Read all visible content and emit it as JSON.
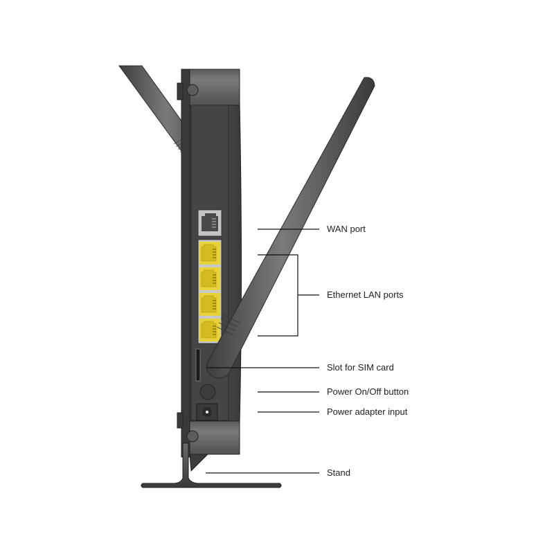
{
  "diagram": {
    "subject": "Router rear view",
    "colors": {
      "body": "#4a4a4c",
      "body_dark": "#3a3a3c",
      "panel": "#454547",
      "antenna": "#5a5a5c",
      "lan_port": "#e8d23a",
      "wan_port": "#bdbdbd",
      "leader_line": "#111111"
    },
    "callouts": [
      {
        "id": "wan",
        "label": "WAN port"
      },
      {
        "id": "lan",
        "label": "Ethernet LAN ports"
      },
      {
        "id": "sim",
        "label": "Slot for SIM card"
      },
      {
        "id": "power_button",
        "label": "Power On/Off button"
      },
      {
        "id": "power_input",
        "label": "Power adapter input"
      },
      {
        "id": "stand",
        "label": "Stand"
      }
    ],
    "components": {
      "wan_port_count": 1,
      "lan_port_count": 4,
      "antenna_count": 2
    }
  }
}
